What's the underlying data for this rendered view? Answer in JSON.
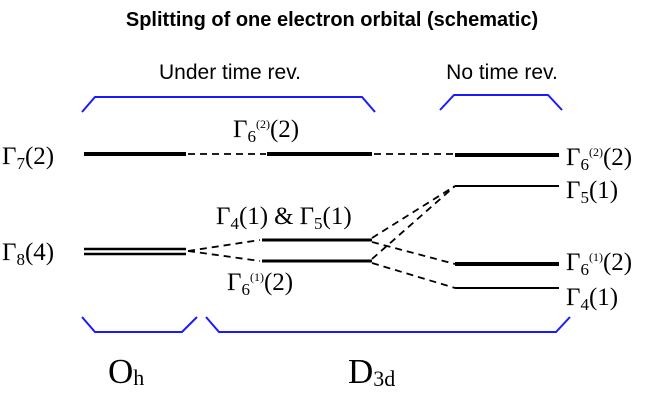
{
  "title": "Splitting of one electron orbital (schematic)",
  "braces": {
    "time_reversal": "Under time rev.",
    "no_time_reversal": "No time rev."
  },
  "groups": {
    "oh": {
      "main": "O",
      "sub": "h"
    },
    "d3d": {
      "main": "D",
      "sub": "3d"
    }
  },
  "levels": {
    "oh_gamma7": {
      "symbol": "Γ",
      "index": "7",
      "degeneracy": "(2)"
    },
    "oh_gamma8": {
      "symbol": "Γ",
      "index": "8",
      "degeneracy": "(4)"
    },
    "mid_gamma6_2": {
      "symbol": "Γ",
      "index": "6",
      "sup": "(2)",
      "degeneracy": "(2)"
    },
    "mid_gamma45": {
      "symbol1": "Γ",
      "index1": "4",
      "deg1": "(1)",
      "amp": "&",
      "symbol2": "Γ",
      "index2": "5",
      "deg2": "(1)"
    },
    "mid_gamma6_1": {
      "symbol": "Γ",
      "index": "6",
      "sup": "(1)",
      "degeneracy": "(2)"
    },
    "right_gamma6_2": {
      "symbol": "Γ",
      "index": "6",
      "sup": "(2)",
      "degeneracy": "(2)"
    },
    "right_gamma5": {
      "symbol": "Γ",
      "index": "5",
      "degeneracy": "(1)"
    },
    "right_gamma6_1": {
      "symbol": "Γ",
      "index": "6",
      "sup": "(1)",
      "degeneracy": "(2)"
    },
    "right_gamma4": {
      "symbol": "Γ",
      "index": "4",
      "degeneracy": "(1)"
    }
  },
  "colors": {
    "brace": "#1a1aff",
    "ink": "#000000"
  }
}
